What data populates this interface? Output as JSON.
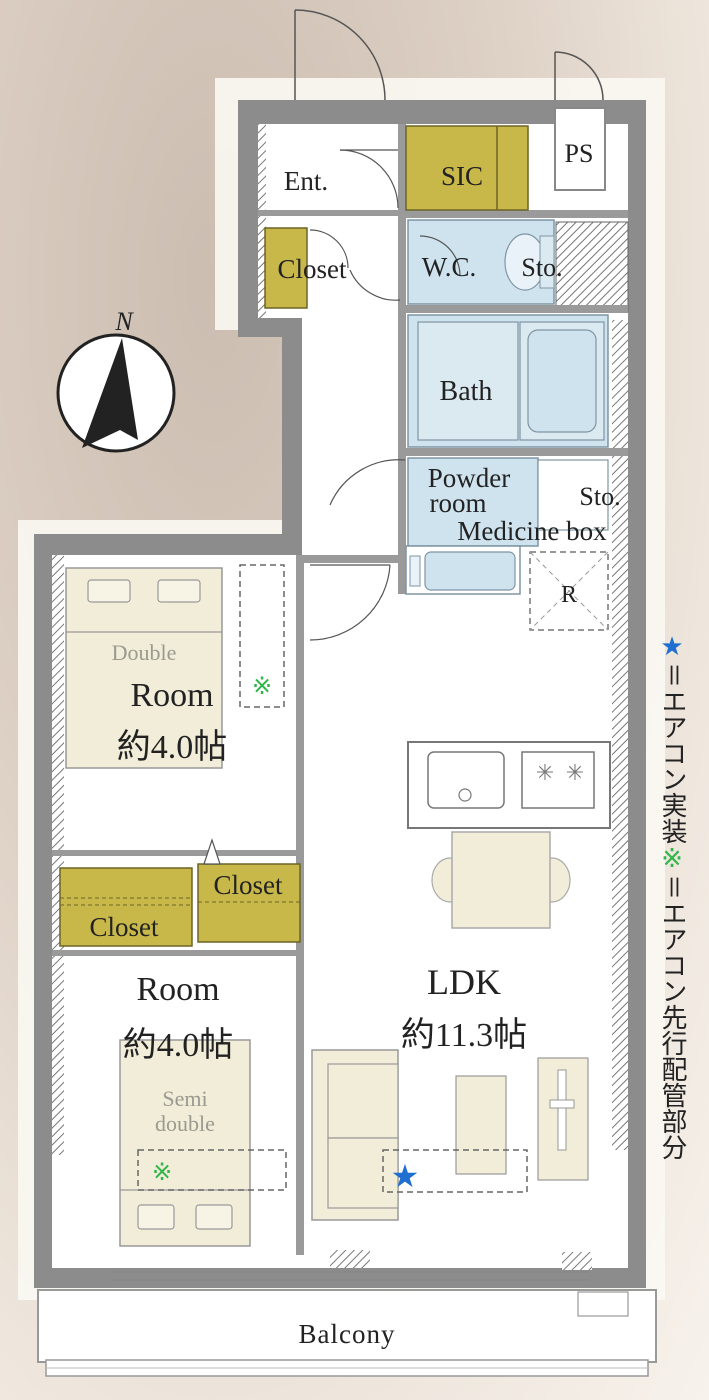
{
  "compass": {
    "north_label": "N"
  },
  "rooms": {
    "entrance": "Ent.",
    "sic": "SIC",
    "ps": "PS",
    "closet_entry": "Closet",
    "wc": "W.C.",
    "sto_wc": "Sto.",
    "bath": "Bath",
    "powder_line1": "Powder",
    "powder_line2": "room",
    "sto_powder": "Sto.",
    "medicine_box": "Medicine box",
    "refrigerator": "R",
    "bed1_label": "Double",
    "room1_name": "Room",
    "room1_size": "約4.0帖",
    "closet_room1": "Closet",
    "closet_room2": "Closet",
    "room2_name": "Room",
    "room2_size": "約4.0帖",
    "bed2_line1": "Semi",
    "bed2_line2": "double",
    "ldk_name": "LDK",
    "ldk_size": "約11.3帖",
    "balcony": "Balcony"
  },
  "legend": {
    "star_symbol": "★",
    "star_text": "＝エアコン実装",
    "kome_symbol": "※",
    "kome_text": "＝エアコン先行配管部分"
  },
  "colors": {
    "wall": "#8c8c8c",
    "closet": "#c8b84a",
    "wet_area": "#cfe3ef",
    "furniture": "#f1edd8",
    "star": "#1f6fd1",
    "kome": "#2fb54a"
  }
}
